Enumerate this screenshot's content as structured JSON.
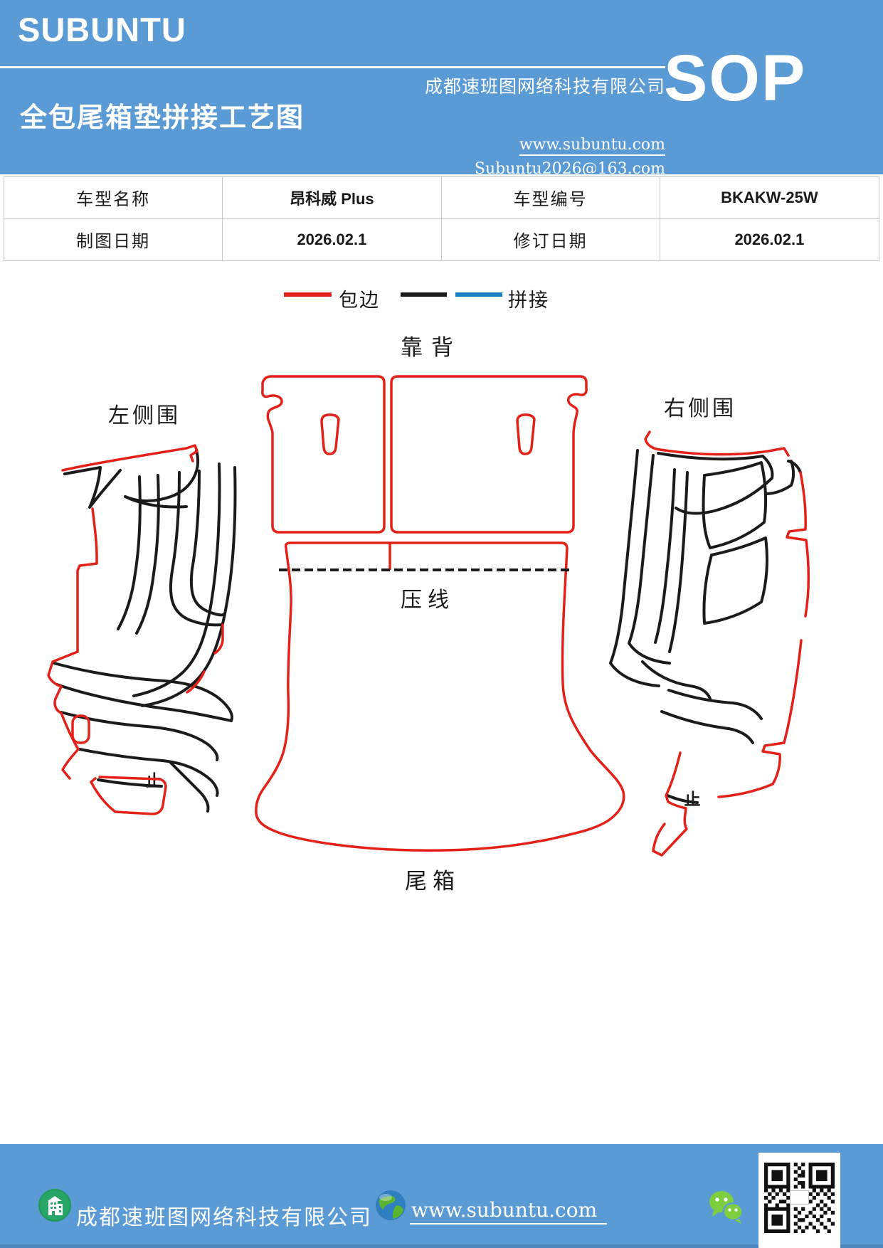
{
  "header": {
    "logo": "SUBUNTU",
    "title": "全包尾箱垫拼接工艺图",
    "company": "成都速班图网络科技有限公司",
    "website": "www.subuntu.com",
    "email": "Subuntu2026@163.com",
    "badge": "SOP",
    "bg_color": "#5b9bd5"
  },
  "info_table": {
    "rows": [
      {
        "cells": [
          {
            "text": "车型名称"
          },
          {
            "text": "昂科威 Plus"
          },
          {
            "text": "车型编号"
          },
          {
            "text": "BKAKW-25W"
          }
        ]
      },
      {
        "cells": [
          {
            "text": "制图日期"
          },
          {
            "text": "2026.02.1"
          },
          {
            "text": "修订日期"
          },
          {
            "text": "2026.02.1"
          }
        ]
      }
    ]
  },
  "legend": {
    "items": [
      {
        "label": "包边",
        "colors": [
          "#e32119"
        ]
      },
      {
        "label": "拼接",
        "colors": [
          "#1a1a1a",
          "#1b7ec2"
        ]
      }
    ]
  },
  "diagram": {
    "labels": {
      "backrest": "靠背",
      "left_side": "左侧围",
      "right_side": "右侧围",
      "press_line": "压线",
      "trunk": "尾箱",
      "stop_left": "止",
      "stop_right": "止"
    },
    "colors": {
      "edge_binding": "#e32119",
      "seam": "#1b1b1b",
      "splice": "#1b7ec2"
    }
  },
  "footer": {
    "company": "成都速班图网络科技有限公司",
    "website": "www.subuntu.com",
    "icons": [
      "building-icon",
      "globe-icon",
      "wechat-icon",
      "qr-code"
    ]
  }
}
